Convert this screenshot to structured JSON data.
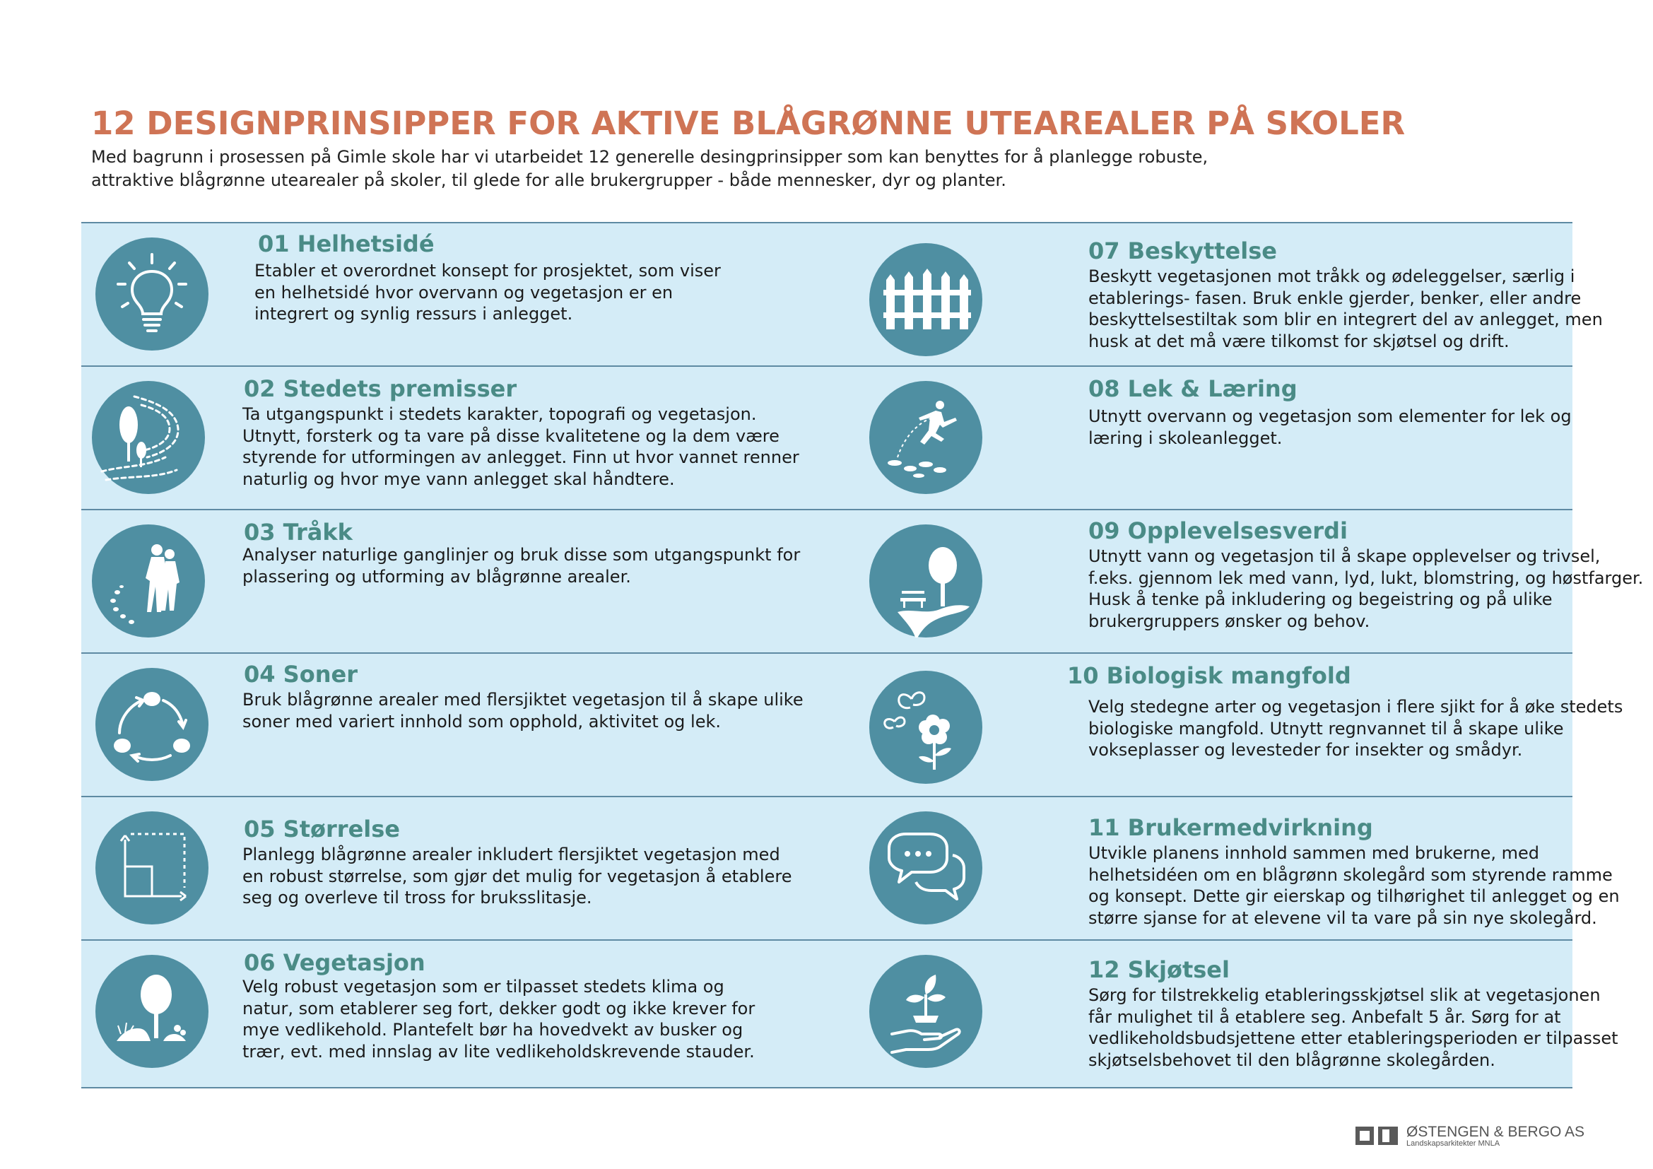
{
  "title": "12 DESIGNPRINSIPPER FOR AKTIVE BLÅGRØNNE UTEAREALER PÅ SKOLER",
  "intro": [
    "Med bagrunn i prosessen på Gimle skole har vi utarbeidet 12 generelle desingprinsipper som kan benyttes for å planlegge robuste,",
    "attraktive blågrønne utearealer på skoler, til glede for alle brukergrupper - både mennesker, dyr og planter."
  ],
  "principles": [
    {
      "heading": "01 Helhetsidé",
      "icon": "lightbulb-icon",
      "lines": [
        "Etabler et overordnet konsept for prosjektet, som viser",
        "en helhetsidé hvor overvann og vegetasjon er en",
        "integrert og synlig ressurs i anlegget."
      ]
    },
    {
      "heading": "02 Stedets premisser",
      "icon": "landscape-icon",
      "lines": [
        "Ta utgangspunkt i stedets karakter, topografi og vegetasjon.",
        "Utnytt, forsterk og ta vare på disse kvalitetene og la dem være",
        "styrende for utformingen av anlegget. Finn ut hvor vannet renner",
        "naturlig og hvor mye vann anlegget skal håndtere."
      ]
    },
    {
      "heading": "03 Tråkk",
      "icon": "walkers-icon",
      "lines": [
        "Analyser naturlige ganglinjer og bruk disse som utgangspunkt for",
        "plassering og utforming av blågrønne arealer."
      ]
    },
    {
      "heading": "04 Soner",
      "icon": "cycle-icon",
      "lines": [
        "Bruk blågrønne arealer med flersjiktet vegetasjon til å skape ulike",
        "soner med variert innhold som opphold, aktivitet og lek."
      ]
    },
    {
      "heading": "05 Størrelse",
      "icon": "dimension-icon",
      "lines": [
        "Planlegg blågrønne arealer inkludert flersjiktet vegetasjon med",
        "en robust størrelse, som gjør det mulig for vegetasjon å etablere",
        "seg og overleve til tross for bruksslitasje."
      ]
    },
    {
      "heading": "06 Vegetasjon",
      "icon": "tree-icon",
      "lines": [
        "Velg robust vegetasjon som er tilpasset stedets klima og",
        "natur, som etablerer seg fort, dekker godt og ikke krever for",
        "mye vedlikehold. Plantefelt bør ha hovedvekt av busker og",
        "trær, evt. med innslag av lite vedlikeholdskrevende stauder."
      ]
    },
    {
      "heading": "07 Beskyttelse",
      "icon": "fence-icon",
      "lines": [
        "Beskytt vegetasjonen mot tråkk og ødeleggelser, særlig i",
        "etablerings- fasen.  Bruk enkle gjerder, benker, eller andre",
        "beskyttelsestiltak som blir en integrert del av anlegget, men",
        "husk at det må være tilkomst for skjøtsel og drift."
      ]
    },
    {
      "heading": "08 Lek & Læring",
      "icon": "jumping-child-icon",
      "lines": [
        "Utnytt overvann og vegetasjon som elementer for lek og",
        "læring i skoleanlegget."
      ]
    },
    {
      "heading": "09 Opplevelsesverdi",
      "icon": "bench-tree-icon",
      "lines": [
        "Utnytt vann og vegetasjon til å skape opplevelser og trivsel,",
        "f.eks. gjennom lek med vann, lyd, lukt, blomstring, og høstfarger.",
        "Husk å tenke på inkludering og begeistring og på ulike",
        "brukergruppers ønsker og behov."
      ]
    },
    {
      "heading": "10 Biologisk mangfold",
      "icon": "butterfly-flower-icon",
      "lines": [
        "Velg stedegne arter og vegetasjon i flere sjikt for å øke stedets",
        "biologiske mangfold. Utnytt regnvannet til å skape ulike",
        "vokseplasser og levesteder for insekter og smådyr."
      ]
    },
    {
      "heading": "11 Brukermedvirkning",
      "icon": "speech-bubbles-icon",
      "lines": [
        "Utvikle planens innhold sammen med brukerne, med",
        "helhetsidéen om en blågrønn skolegård som styrende ramme",
        "og konsept. Dette gir eierskap og tilhørighet til anlegget og en",
        "større sjanse for at elevene vil ta vare på sin nye skolegård."
      ]
    },
    {
      "heading": "12 Skjøtsel",
      "icon": "hand-plant-icon",
      "lines": [
        "Sørg for tilstrekkelig etableringsskjøtsel slik at vegetasjonen",
        "får mulighet til å etablere seg. Anbefalt 5 år. Sørg for at",
        "vedlikeholdsbudsjettene etter etableringsperioden er tilpasset",
        "skjøtselsbehovet til den blågrønne skolegården."
      ]
    }
  ],
  "footer": {
    "company": "ØSTENGEN & BERGO AS",
    "tagline": "Landskapsarkitekter MNLA"
  }
}
